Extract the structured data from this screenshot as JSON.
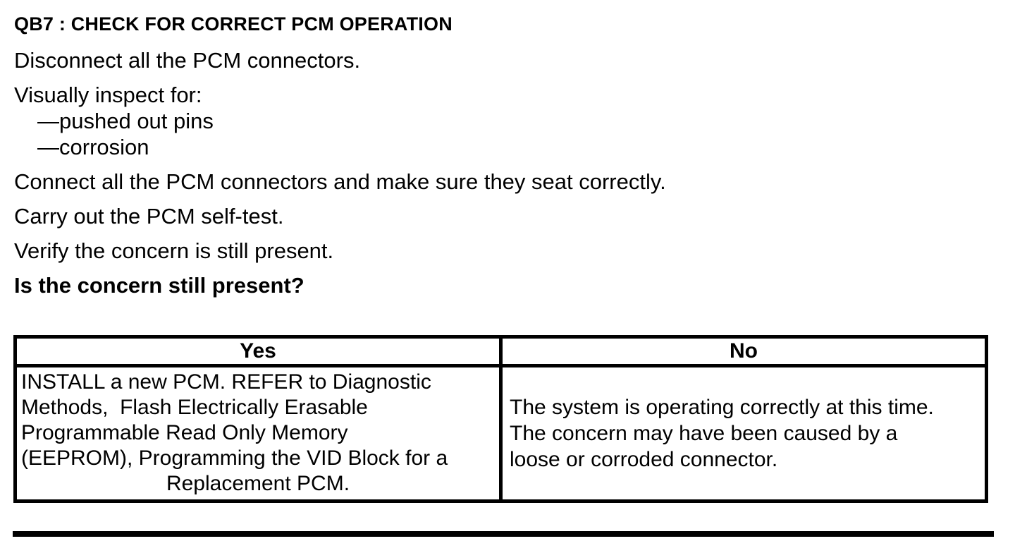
{
  "document": {
    "heading": "QB7 : CHECK FOR CORRECT PCM OPERATION",
    "paragraphs": {
      "disconnect": "Disconnect all the PCM connectors.",
      "inspect_intro": "Visually inspect for:",
      "inspect_items": [
        "—pushed out pins",
        "—corrosion"
      ],
      "connect": "Connect all the PCM connectors and make sure they seat correctly.",
      "self_test": "Carry out the PCM self-test.",
      "verify": "Verify the concern is still present.",
      "question": "Is the concern still present?"
    },
    "decision_table": {
      "columns": [
        "Yes",
        "No"
      ],
      "yes_action_lines": [
        "INSTALL a new PCM. REFER to Diagnostic",
        "Methods,  Flash Electrically Erasable",
        "Programmable Read Only Memory",
        "(EEPROM), Programming the VID Block for a"
      ],
      "yes_action_last_line": "Replacement PCM.",
      "no_action_lines": [
        "The system is operating correctly at this time.",
        "The concern may have been caused by a",
        "loose or corroded connector."
      ]
    },
    "colors": {
      "ink": "#000000",
      "paper": "#ffffff"
    }
  }
}
